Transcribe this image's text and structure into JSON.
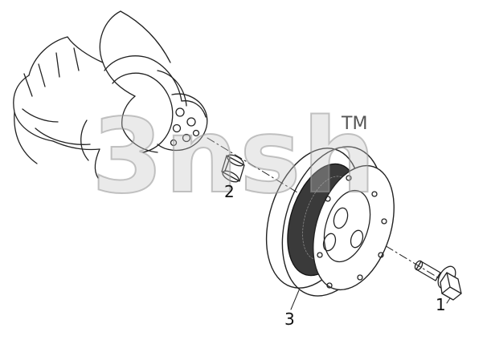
{
  "watermark": {
    "text": "3nsh",
    "trademark": "TM"
  },
  "callouts": {
    "part1": "1",
    "part2": "2",
    "part3": "3"
  }
}
